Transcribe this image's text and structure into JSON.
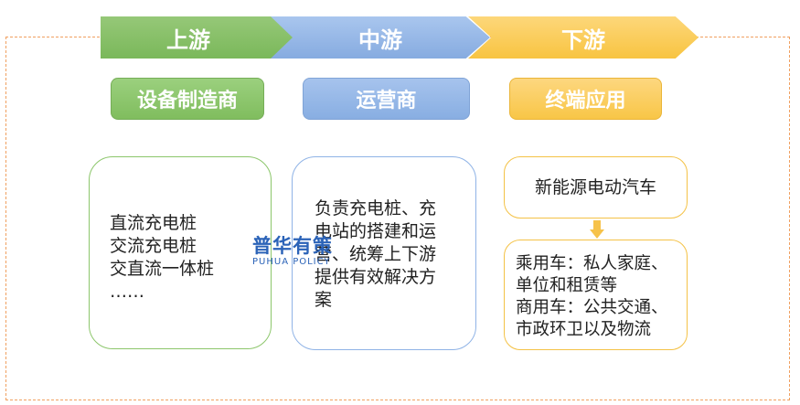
{
  "stages": {
    "upstream": "上游",
    "midstream": "中游",
    "downstream": "下游"
  },
  "roles": {
    "upstream": "设备制造商",
    "midstream": "运营商",
    "downstream": "终端应用"
  },
  "upstream_box": {
    "lines": [
      "直流充电桩",
      "交流充电桩",
      "交直流一体桩",
      "……"
    ]
  },
  "midstream_box": {
    "lines": [
      "负责充电桩、充",
      "电站的搭建和运",
      "营、统筹上下游",
      "提供有效解决方",
      "案"
    ]
  },
  "downstream_box": {
    "title": "新能源电动汽车",
    "lines": [
      "乘用车：私人家庭、",
      "单位和租赁等",
      "商用车：公共交通、",
      "市政环卫以及物流"
    ]
  },
  "watermark": {
    "cn": "普华有策",
    "en": "PUHUA POLICY"
  },
  "colors": {
    "upstream": "#7ab85a",
    "midstream": "#86abe0",
    "downstream": "#f8c441",
    "frame": "#f0a060"
  }
}
